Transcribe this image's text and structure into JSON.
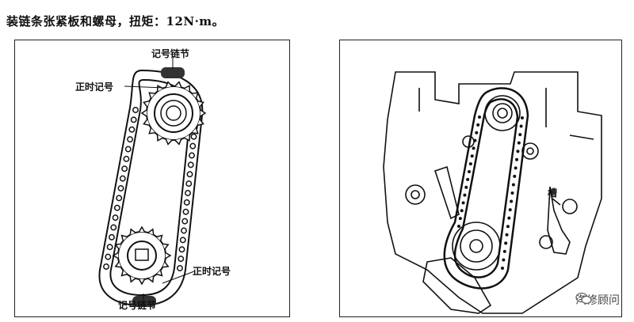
{
  "caption": "装链条张紧板和螺母，扭矩：12N·m。",
  "left_figure": {
    "top_label_mark_link": "记号链节",
    "top_label_timing_mark": "正时记号",
    "bottom_label_timing_mark": "正时记号",
    "bottom_label_mark_link": "记号链节"
  },
  "right_figure": {
    "label_groove": "槽"
  },
  "watermark": {
    "text": "汽修顾问",
    "icon": "wechat-icon"
  }
}
